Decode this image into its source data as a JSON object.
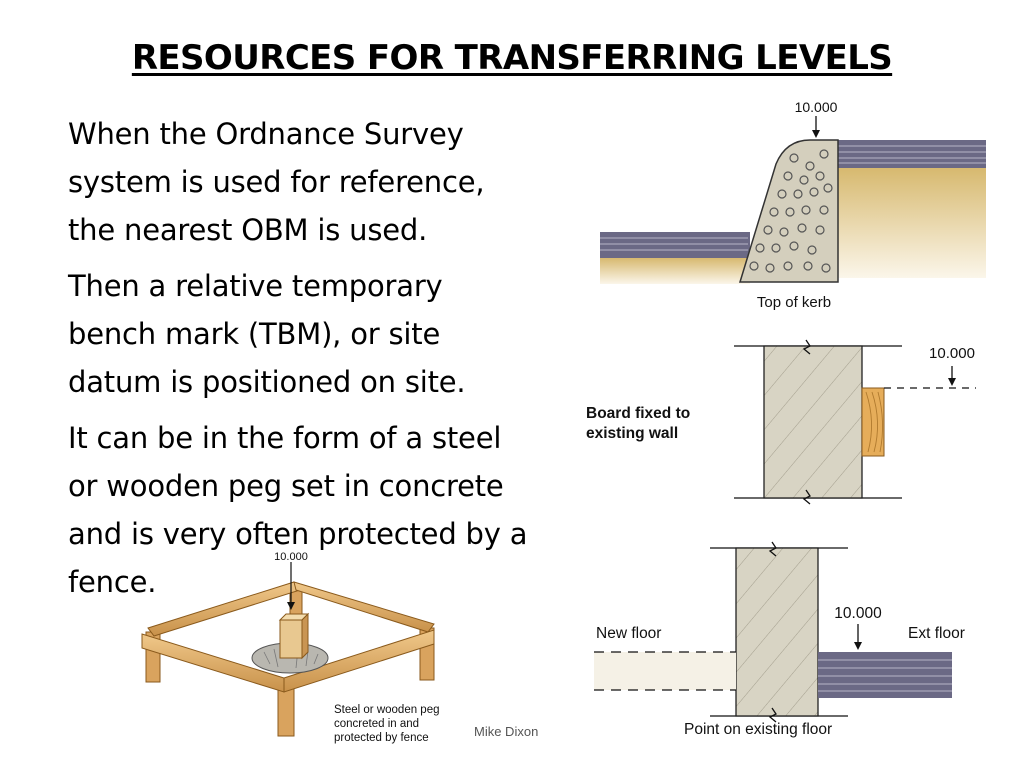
{
  "title": "RESOURCES FOR TRANSFERRING LEVELS",
  "paragraphs": [
    {
      "lines": [
        "When the Ordnance Survey",
        "system is used for reference,",
        "the nearest OBM is used."
      ]
    },
    {
      "lines": [
        "Then a relative temporary",
        "bench mark (TBM), or site",
        "datum is positioned on site."
      ]
    },
    {
      "lines": [
        "It can be in the form of a steel",
        "or wooden peg set in concrete",
        "and is very often protected by a",
        "fence."
      ]
    }
  ],
  "footer": "Mike Dixon",
  "figures": {
    "kerb": {
      "level": "10.000",
      "caption": "Top of kerb"
    },
    "wall": {
      "level": "10.000",
      "caption_line1": "Board fixed to",
      "caption_line2": "existing wall"
    },
    "floor": {
      "level": "10.000",
      "new_floor": "New floor",
      "ext_floor": "Ext floor",
      "caption": "Point on existing floor"
    },
    "peg": {
      "level": "10.000",
      "caption_line1": "Steel or wooden peg",
      "caption_line2": "concreted in and",
      "caption_line3": "protected by fence"
    }
  }
}
